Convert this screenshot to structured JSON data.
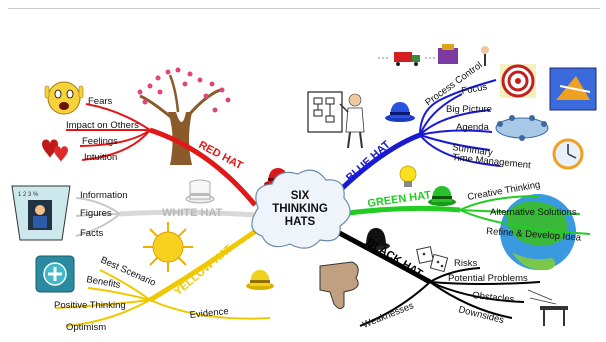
{
  "center": {
    "lines": [
      "SIX",
      "THINKING",
      "HATS"
    ]
  },
  "branches": {
    "red": {
      "label": "RED HAT",
      "color": "#e01818",
      "items": [
        "Fears",
        "Impact on Others",
        "Feelings",
        "Intuition"
      ]
    },
    "blue": {
      "label": "BLUE HAT",
      "color": "#1a1ad0",
      "items": [
        "Process Control",
        "Focus",
        "Big Picture",
        "Agenda",
        "Summary",
        "Time Management"
      ]
    },
    "white": {
      "label": "WHITE HAT",
      "color": "#c8c8c8",
      "items": [
        "Information",
        "Figures",
        "Facts"
      ]
    },
    "green": {
      "label": "GREEN HAT",
      "color": "#22cc22",
      "items": [
        "Creative Thinking",
        "Alternative Solutions",
        "Refine & Develop Idea"
      ]
    },
    "yellow": {
      "label": "YELLOW HAT",
      "color": "#f0c800",
      "items": [
        "Best Scenario",
        "Benefits",
        "Positive Thinking",
        "Optimism",
        "Evidence"
      ]
    },
    "black": {
      "label": "BLACK HAT",
      "color": "#000000",
      "items": [
        "Risks",
        "Potential Problems",
        "Obstacles",
        "Downsides",
        "Weaknesses"
      ]
    }
  },
  "icons": [
    "fear-face-icon",
    "tree-icon",
    "hearts-icon",
    "red-hat-icon",
    "flowchart-icon",
    "person-at-board-icon",
    "blue-hat-icon",
    "truck-icon",
    "target-icon",
    "airplane-icon",
    "meeting-table-icon",
    "clock-icon",
    "calculator-icon",
    "white-hat-icon",
    "lightbulb-icon",
    "green-hat-icon",
    "globe-icon",
    "sun-icon",
    "yellow-hat-icon",
    "plus-button-icon",
    "black-hat-icon",
    "dice-icon",
    "thumbs-down-icon",
    "hurdle-icon"
  ]
}
